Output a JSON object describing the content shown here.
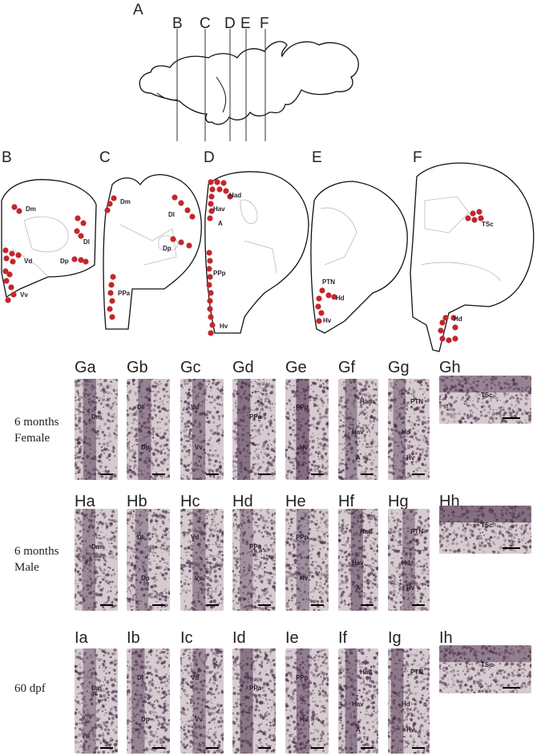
{
  "figure": {
    "schematic_label": "A",
    "cut_labels": [
      "B",
      "C",
      "D",
      "E",
      "F"
    ],
    "section_titles": [
      "B",
      "C",
      "D",
      "E",
      "F"
    ],
    "section_regions": {
      "B": [
        "Dm",
        "Dl",
        "Vd",
        "Dp",
        "Vv"
      ],
      "C": [
        "Dm",
        "Dl",
        "Dp",
        "PPa"
      ],
      "D": [
        "Had",
        "Hav",
        "A",
        "PPp",
        "Hv"
      ],
      "E": [
        "PTN",
        "Hd",
        "Hv"
      ],
      "F": [
        "TSc",
        "Hd"
      ]
    },
    "marker_color": "#c1272d",
    "stain_color": "#4a2f4a",
    "rows": [
      {
        "label": "6 months\nFemale",
        "panels": [
          {
            "id": "Ga",
            "regions": [
              "Dm"
            ]
          },
          {
            "id": "Gb",
            "regions": [
              "Dl",
              "Dp"
            ]
          },
          {
            "id": "Gc",
            "regions": [
              "Vd",
              "Vv"
            ]
          },
          {
            "id": "Gd",
            "regions": [
              "PPa"
            ]
          },
          {
            "id": "Ge",
            "regions": [
              "PPp",
              "Hv"
            ]
          },
          {
            "id": "Gf",
            "regions": [
              "Had",
              "Hav",
              "A"
            ]
          },
          {
            "id": "Gg",
            "regions": [
              "PTN",
              "Hd",
              "Hv"
            ]
          },
          {
            "id": "Gh",
            "regions": [
              "TSc"
            ]
          }
        ]
      },
      {
        "label": "6 months\nMale",
        "panels": [
          {
            "id": "Ha",
            "regions": [
              "Dm"
            ]
          },
          {
            "id": "Hb",
            "regions": [
              "Dl",
              "Dp"
            ]
          },
          {
            "id": "Hc",
            "regions": [
              "Vd",
              "Vv"
            ]
          },
          {
            "id": "Hd",
            "regions": [
              "PPa"
            ]
          },
          {
            "id": "He",
            "regions": [
              "PPp",
              "Hv"
            ]
          },
          {
            "id": "Hf",
            "regions": [
              "Had",
              "Hav",
              "A"
            ]
          },
          {
            "id": "Hg",
            "regions": [
              "PTN",
              "Hd",
              "Hv"
            ]
          },
          {
            "id": "Hh",
            "regions": [
              "TSc"
            ]
          }
        ]
      },
      {
        "label": "60 dpf",
        "panels": [
          {
            "id": "Ia",
            "regions": [
              "Dm"
            ]
          },
          {
            "id": "Ib",
            "regions": [
              "Dl",
              "Dp"
            ]
          },
          {
            "id": "Ic",
            "regions": [
              "Vd",
              "Vv"
            ]
          },
          {
            "id": "Id",
            "regions": [
              "PPa"
            ]
          },
          {
            "id": "Ie",
            "regions": [
              "PPp",
              "Hv"
            ]
          },
          {
            "id": "If",
            "regions": [
              "Had",
              "Hav",
              "A"
            ]
          },
          {
            "id": "Ig",
            "regions": [
              "PTN",
              "Hd",
              "Hv"
            ]
          },
          {
            "id": "Ih",
            "regions": [
              "TSc"
            ]
          }
        ]
      }
    ]
  }
}
